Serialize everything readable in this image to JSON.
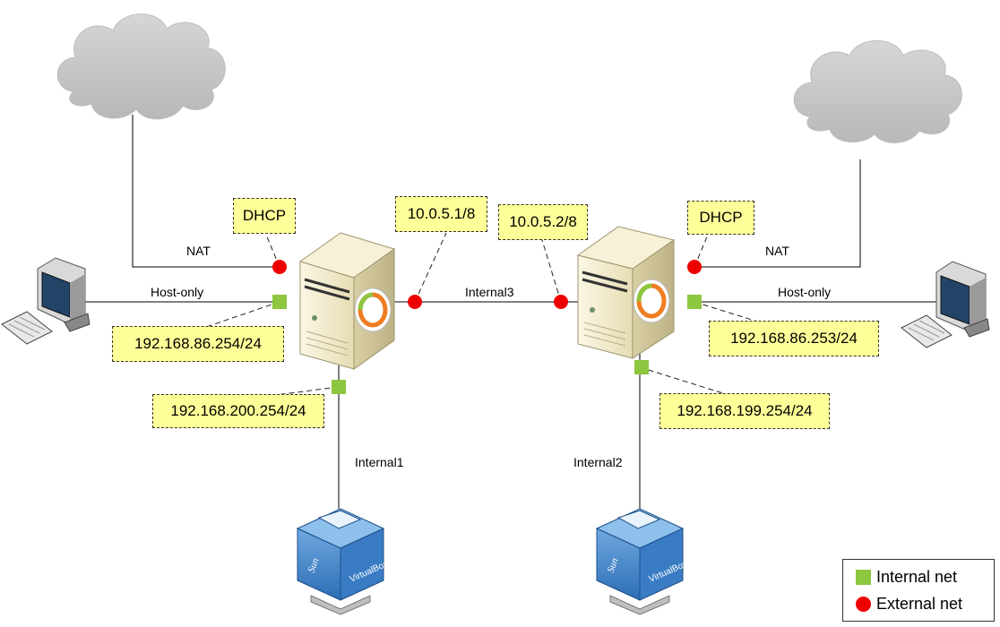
{
  "links": {
    "nat_left": "NAT",
    "nat_right": "NAT",
    "hostonly_left": "Host-only",
    "hostonly_right": "Host-only",
    "internal3": "Internal3",
    "internal1": "Internal1",
    "internal2": "Internal2"
  },
  "boxes": {
    "dhcp_left": "DHCP",
    "dhcp_right": "DHCP",
    "ip_10_0_5_1": "10.0.5.1/8",
    "ip_10_0_5_2": "10.0.5.2/8",
    "ip_86_254": "192.168.86.254/24",
    "ip_86_253": "192.168.86.253/24",
    "ip_200_254": "192.168.200.254/24",
    "ip_199_254": "192.168.199.254/24"
  },
  "vm_logo": {
    "brand_text": "VirtualBox",
    "sun_text": "Sun"
  },
  "legend": {
    "internal_net": "Internal net",
    "external_net": "External net"
  },
  "colors": {
    "internal_port": "#8dc63f",
    "external_port": "#ee0000",
    "ip_box_fill": "#ffff99",
    "cloud": "#c8c8c8",
    "server_body": "#f3eccf"
  }
}
